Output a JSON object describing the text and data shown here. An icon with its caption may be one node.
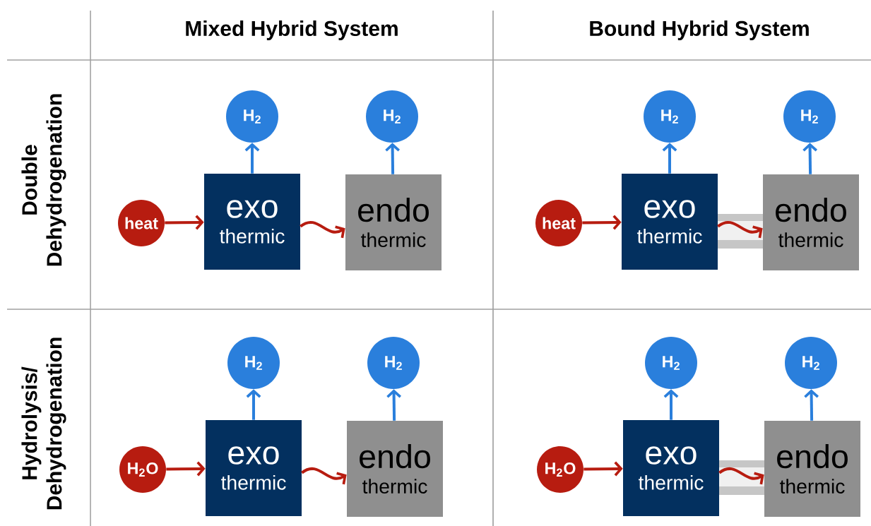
{
  "diagram": {
    "nodes": [
      {
        "text": [
          "H$_{2}$"
        ]
      },
      {
        "text": [
          "H$_{2}$"
        ]
      },
      {
        "text": [
          "heat"
        ]
      },
      {
        "text": [
          "exo",
          "thermic"
        ]
      },
      {
        "text": [
          "endo",
          "thermic"
        ]
      },
      {
        "text": [
          "H$_{2}$"
        ]
      },
      {
        "text": [
          "H$_{2}$"
        ]
      },
      {
        "text": [
          "heat"
        ]
      },
      {
        "text": [
          "exo",
          "thermic"
        ]
      },
      {
        "text": [
          "endo",
          "thermic"
        ]
      },
      {
        "text": [
          "H$_{2}$"
        ]
      },
      {
        "text": [
          "H$_{2}$"
        ]
      },
      {
        "text": [
          "H$_{2}$O"
        ]
      },
      {
        "text": [
          "exo",
          "thermic"
        ]
      },
      {
        "text": [
          "endo",
          "thermic"
        ]
      },
      {
        "text": [
          "H$_{2}$"
        ]
      },
      {
        "text": [
          "H$_{2}$"
        ]
      },
      {
        "text": [
          "H$_{2}$O"
        ]
      },
      {
        "text": [
          "exo",
          "thermic"
        ]
      },
      {
        "text": [
          "endo",
          "thermic"
        ]
      }
    ],
    "edges": [
      {
        "from": 2,
        "to": 3,
        "arrow": "to",
        "color": "#b71c10"
      },
      {
        "from": 3,
        "to": 4,
        "arrow": "to",
        "color": "#b71c10"
      },
      {
        "from": 3,
        "to": 0,
        "arrow": "to",
        "color": "#2a7fdc"
      },
      {
        "from": 4,
        "to": 1,
        "arrow": "to",
        "color": "#2a7fdc"
      },
      {
        "from": 7,
        "to": 8,
        "arrow": "to",
        "color": "#b71c10"
      },
      {
        "from": 8,
        "to": 9,
        "arrow": "to",
        "color": "#b71c10"
      },
      {
        "from": 8,
        "to": 5,
        "arrow": "to",
        "color": "#2a7fdc"
      },
      {
        "from": 9,
        "to": 6,
        "arrow": "to",
        "color": "#2a7fdc"
      },
      {
        "from": 12,
        "to": 13,
        "arrow": "to",
        "color": "#b71c10"
      },
      {
        "from": 13,
        "to": 14,
        "arrow": "to",
        "color": "#b71c10"
      },
      {
        "from": 13,
        "to": 10,
        "arrow": "to",
        "color": "#2a7fdc"
      },
      {
        "from": 14,
        "to": 11,
        "arrow": "to",
        "color": "#2a7fdc"
      },
      {
        "from": 17,
        "to": 18,
        "arrow": "to",
        "color": "#b71c10"
      },
      {
        "from": 18,
        "to": 19,
        "arrow": "to",
        "color": "#b71c10"
      },
      {
        "from": 18,
        "to": 15,
        "arrow": "to",
        "color": "#2a7fdc"
      },
      {
        "from": 19,
        "to": 16,
        "arrow": "to",
        "color": "#2a7fdc"
      }
    ],
    "labels": [
      "Mixed Hybrid System",
      "Bound Hybrid System",
      "Double Dehydrogenation",
      "Hydrolysis/ Dehydrogenation"
    ]
  }
}
